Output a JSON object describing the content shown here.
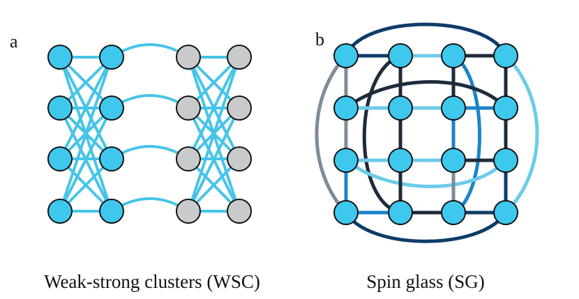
{
  "panels": [
    {
      "id": "a",
      "label": "a",
      "caption": "Weak-strong clusters (WSC)",
      "colors": {
        "node_blue": "#3ec8ee",
        "node_gray": "#c8cacc",
        "edge": "#47c4e8"
      }
    },
    {
      "id": "b",
      "label": "b",
      "caption": "Spin glass (SG)",
      "colors": {
        "node": "#3ec8ee",
        "edge_sky": "#6ccbea",
        "edge_mid": "#1b84c9",
        "edge_dark": "#1e2b3c",
        "edge_navy": "#0e3c68",
        "edge_gray": "#7f8c97"
      }
    }
  ]
}
